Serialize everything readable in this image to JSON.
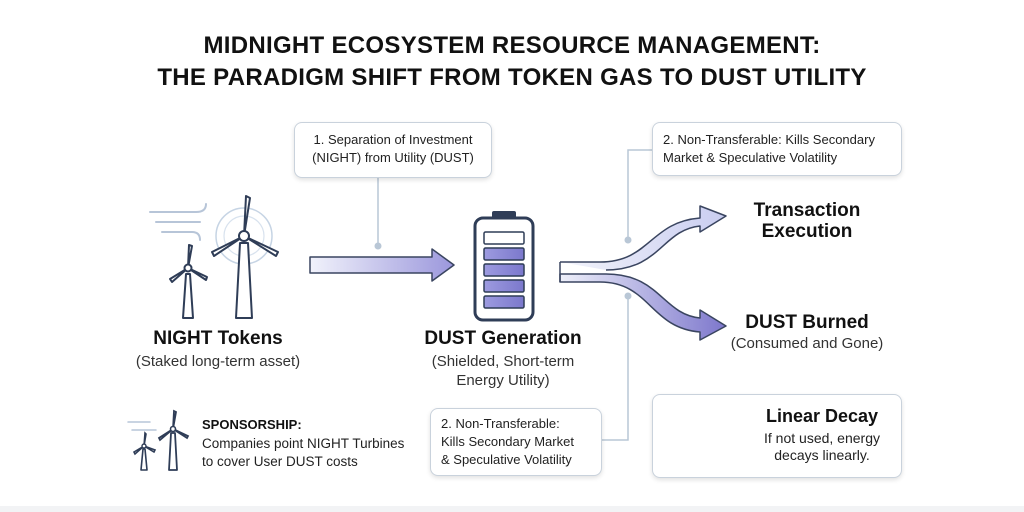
{
  "title": {
    "line1": "MIDNIGHT ECOSYSTEM RESOURCE MANAGEMENT:",
    "line2": "THE PARADIGM SHIFT FROM TOKEN GAS TO DUST UTILITY"
  },
  "callouts": {
    "separation": {
      "line1": "1. Separation of Investment",
      "line2": "(NIGHT) from Utility (DUST)"
    },
    "top_right": {
      "line1": "2. Non-Transferable: Kills Secondary",
      "line2": "Market & Speculative Volatility"
    },
    "bottom_mid": {
      "line1": "2. Non-Transferable:",
      "line2": "Kills Secondary Market",
      "line3": "& Speculative Volatility"
    }
  },
  "nodes": {
    "night": {
      "title": "NIGHT Tokens",
      "subtitle": "(Staked long-term asset)"
    },
    "dust": {
      "title": "DUST Generation",
      "subtitle_line1": "(Shielded, Short-term",
      "subtitle_line2": "Energy Utility)"
    },
    "transaction": {
      "line1": "Transaction",
      "line2": "Execution"
    },
    "burned": {
      "title": "DUST Burned",
      "subtitle": "(Consumed and Gone)"
    }
  },
  "sponsorship": {
    "heading": "SPONSORSHIP:",
    "line1": "Companies point NIGHT Turbines",
    "line2": "to cover User DUST costs"
  },
  "decay": {
    "title": "Linear Decay",
    "line1": "If not used, energy",
    "line2": "decays linearly."
  },
  "colors": {
    "arrow_light": "#dfe3f4",
    "arrow_dark": "#7a74c9",
    "battery_outline": "#2f3d57",
    "battery_cell": "#8a86d6"
  }
}
